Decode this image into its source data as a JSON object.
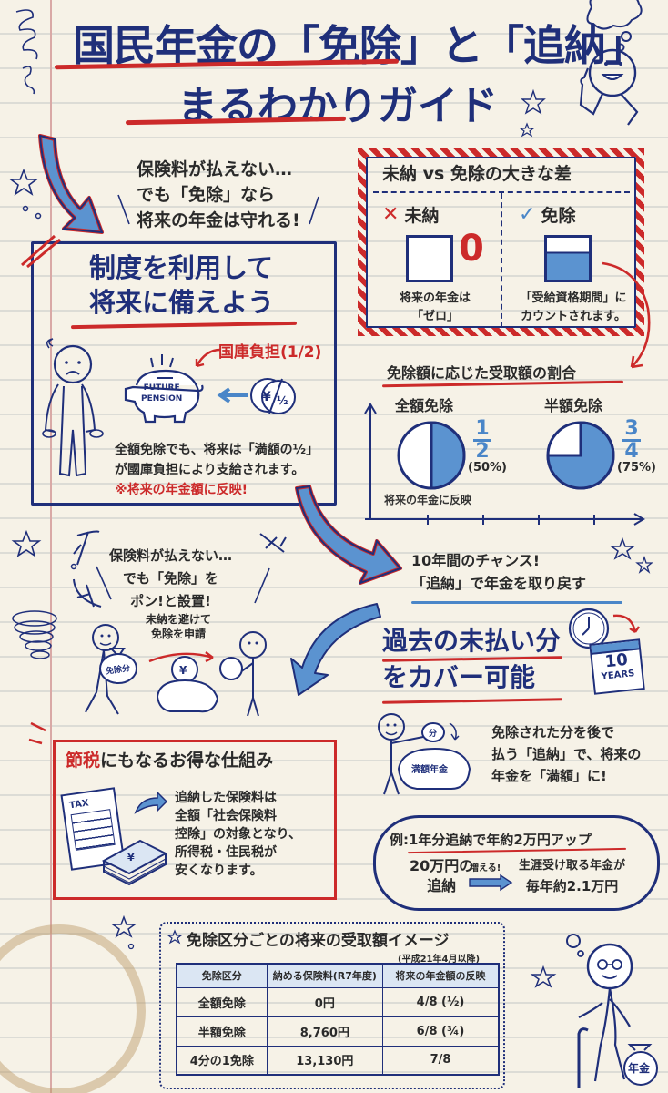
{
  "colors": {
    "navy": "#1f2f7a",
    "red": "#cc2a2a",
    "blue": "#4a86c8",
    "paper": "#f6f2e7",
    "table_header": "#dbe6f3"
  },
  "title": {
    "line1": "国民年金の「免除」と「追納」",
    "line2": "まるわかりガイド"
  },
  "intro": {
    "lines": [
      "保険料が払えない…",
      "でも「免除」なら",
      "将来の年金は守れる!"
    ]
  },
  "system_box": {
    "heading": [
      "制度を利用して",
      "将来に備えよう"
    ],
    "burden_label": "国庫負担(1/2)",
    "piggy_label": [
      "FUTURE",
      "PENSION"
    ],
    "coin_label": "¥/½",
    "body": [
      "全額免除でも、将来は「満額の½」",
      "が國庫負担により支給されます。"
    ],
    "note": "※将来の年金額に反映!"
  },
  "comparison": {
    "heading": "未納 vs 免除の大きな差",
    "unpaid": {
      "icon": "cross-icon",
      "label": "未納",
      "value": "0",
      "desc": [
        "将来の年金は",
        "「ゼロ」"
      ]
    },
    "exempt": {
      "icon": "check-icon",
      "label": "免除",
      "desc": [
        "「受給資格期間」に",
        "カウントされます。"
      ]
    }
  },
  "ratio_chart": {
    "heading": "免除額に応じた受取額の割合",
    "axis_label": "将来の年金に反映"
  },
  "chart_data": {
    "type": "pie",
    "title": "免除額に応じた受取額の割合",
    "xlabel": "将来の年金に反映",
    "pies": [
      {
        "name": "全額免除",
        "fraction": "1/2",
        "percent": 50,
        "label": "(50%)"
      },
      {
        "name": "半額免除",
        "fraction": "3/4",
        "percent": 75,
        "label": "(75%)"
      }
    ]
  },
  "middle_left": {
    "lines": [
      "保険料が払えない…",
      "でも「免除」を",
      "ポン!と設置!"
    ],
    "small": [
      "未納を避けて",
      "免除を申請"
    ],
    "bag_label": "免除分"
  },
  "catchup": {
    "chance": [
      "10年間のチャンス!",
      "「追納」で年金を取り戻す"
    ],
    "heading": [
      "過去の未払い分",
      "をカバー可能"
    ],
    "calendar": [
      "10",
      "YEARS"
    ],
    "bag_label": "分",
    "piggy_label": "満額年金",
    "body": [
      "免除された分を後で",
      "払う「追納」で、将来の",
      "年金を「満額」に!"
    ]
  },
  "tax": {
    "heading_red": "節税",
    "heading_rest": "にもなるお得な仕組み",
    "doc_label": "TAX",
    "body": [
      "追納した保険料は",
      "全額「社会保険料",
      "控除」の対象となり、",
      "所得税・住民税が",
      "安くなります。"
    ]
  },
  "example": {
    "heading": "例:1年分追納で年約2万円アップ",
    "left": [
      "20万円の",
      "追納"
    ],
    "arrow_label": "増える!",
    "right": [
      "生涯受け取る年金が",
      "毎年約2.1万円"
    ]
  },
  "table": {
    "heading": "免除区分ごとの将来の受取額イメージ",
    "note": "(平成21年4月以降)",
    "headers": [
      "免除区分",
      "納める保険料(R7年度)",
      "将来の年金額の反映"
    ],
    "rows": [
      [
        "全額免除",
        "0円",
        "4/8 (½)"
      ],
      [
        "半額免除",
        "8,760円",
        "6/8 (¾)"
      ],
      [
        "4分の1免除",
        "13,130円",
        "7/8"
      ]
    ]
  },
  "elder": {
    "bag_label": "年金"
  }
}
